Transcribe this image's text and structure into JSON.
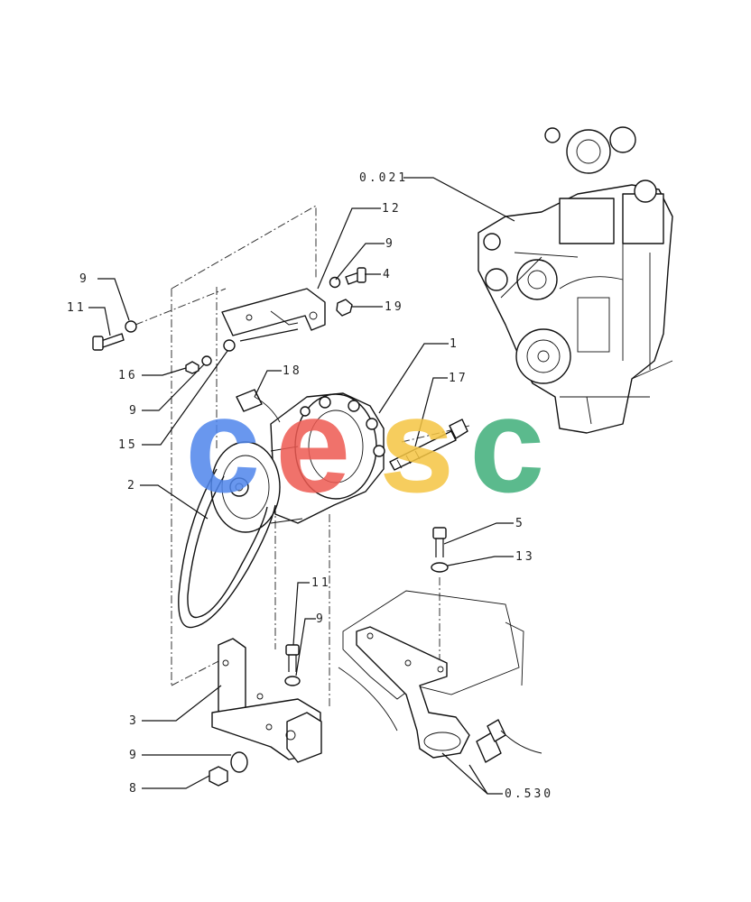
{
  "callouts": [
    {
      "id": "c-0021",
      "text": "0.021"
    },
    {
      "id": "c-12",
      "text": "12"
    },
    {
      "id": "c-9a",
      "text": "9"
    },
    {
      "id": "c-4",
      "text": "4"
    },
    {
      "id": "c-19",
      "text": "19"
    },
    {
      "id": "c-9b",
      "text": "9"
    },
    {
      "id": "c-11a",
      "text": "11"
    },
    {
      "id": "c-16",
      "text": "16"
    },
    {
      "id": "c-9c",
      "text": "9"
    },
    {
      "id": "c-18",
      "text": "18"
    },
    {
      "id": "c-15",
      "text": "15"
    },
    {
      "id": "c-1",
      "text": "1"
    },
    {
      "id": "c-17",
      "text": "17"
    },
    {
      "id": "c-2",
      "text": "2"
    },
    {
      "id": "c-5",
      "text": "5"
    },
    {
      "id": "c-13",
      "text": "13"
    },
    {
      "id": "c-11b",
      "text": "11"
    },
    {
      "id": "c-9d",
      "text": "9"
    },
    {
      "id": "c-3",
      "text": "3"
    },
    {
      "id": "c-9e",
      "text": "9"
    },
    {
      "id": "c-8",
      "text": "8"
    },
    {
      "id": "c-0530",
      "text": "0.530"
    }
  ],
  "watermark": {
    "letters": [
      "c",
      "e",
      "s",
      "c"
    ],
    "colors": [
      "#4f86ec",
      "#ee5a52",
      "#f5c542",
      "#3fae7a"
    ]
  }
}
